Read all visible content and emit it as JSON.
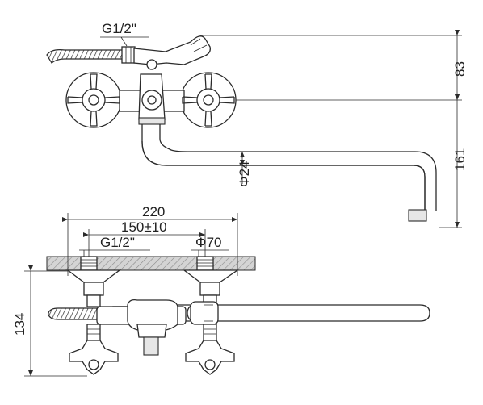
{
  "drawing": {
    "top_view": {
      "thread_label": "G1/2\"",
      "dim_height_top": "83",
      "dim_height_spout": "161",
      "dim_spout_diameter": "Φ24"
    },
    "front_view": {
      "dim_overall_width": "220",
      "dim_inlet_spacing": "150±10",
      "thread_label": "G1/2\"",
      "dim_flange_diameter": "Φ70",
      "dim_projection": "134"
    },
    "colors": {
      "line": "#2b2b2b",
      "wall_hatch": "#b5b5b5",
      "fill": "#ffffff"
    }
  }
}
